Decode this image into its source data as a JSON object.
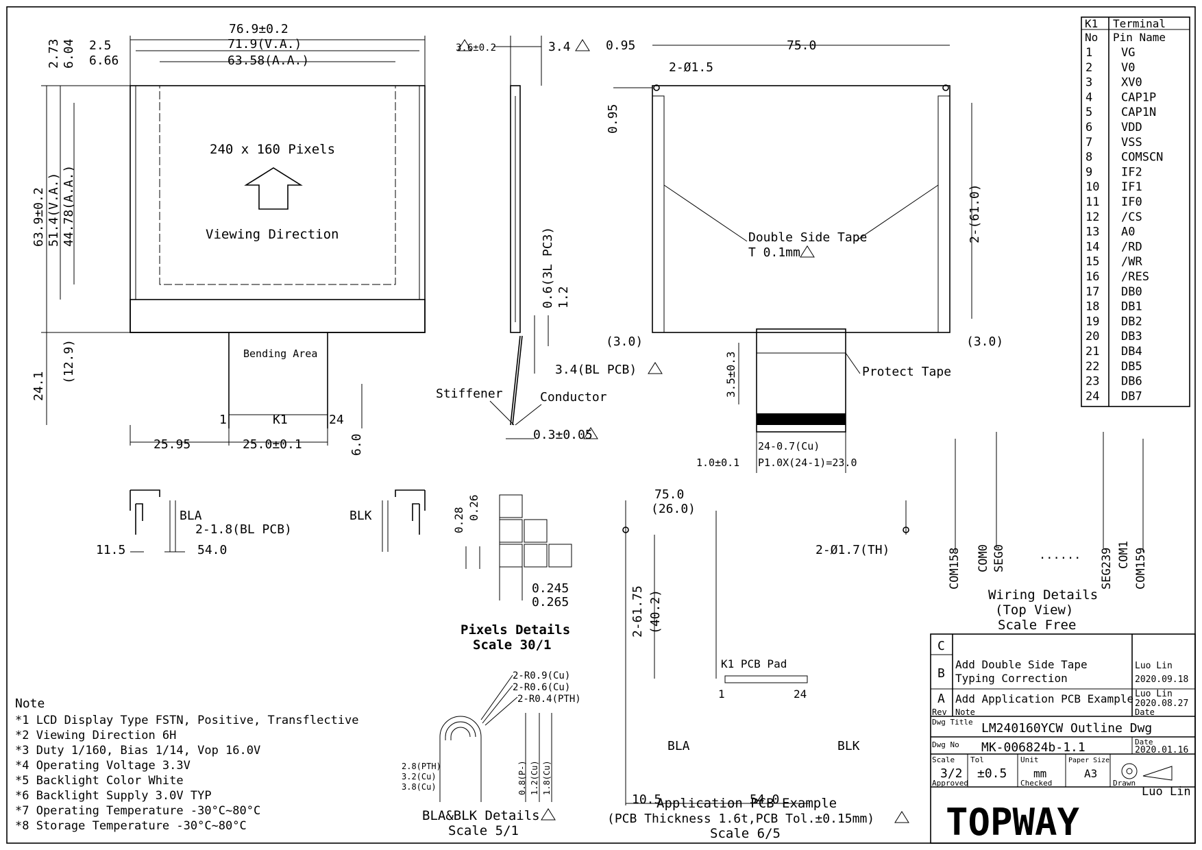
{
  "front": {
    "w_outline": "76.9±0.2",
    "w_va": "71.9(V.A.)",
    "w_aa": "63.58(A.A.)",
    "d_2_5": "2.5",
    "d_6_66": "6.66",
    "d_2_73": "2.73",
    "d_6_04": "6.04",
    "h_outline": "63.9±0.2",
    "h_va": "51.4(V.A.)",
    "h_aa": "44.78(A.A.)",
    "d_24_1": "24.1",
    "d_12_9": "(12.9)",
    "pixels": "240 x 160 Pixels",
    "viewing": "Viewing Direction",
    "bending": "Bending Area",
    "pin1": "1",
    "k1": "K1",
    "pin24": "24",
    "d_6_0": "6.0",
    "d_25_95": "25.95",
    "d_25_0": "25.0±0.1"
  },
  "side": {
    "d_3_6": "3.6±0.2",
    "d_3_4": "3.4",
    "d_0_6": "0.6(3L PC3)",
    "d_1_2": "1.2",
    "d_3_4bl": "3.4(BL PCB)",
    "stiffener": "Stiffener",
    "conductor": "Conductor",
    "d_0_3": "0.3±0.05"
  },
  "back": {
    "d_0_95a": "0.95",
    "d_75": "75.0",
    "d_hole": "2-Ø1.5",
    "d_0_95b": "0.95",
    "d_61": "2-(61.0)",
    "tape": "Double Side Tape",
    "tape_t": "T 0.1mm",
    "d_3a": "(3.0)",
    "d_3b": "(3.0)",
    "protect": "Protect Tape",
    "d_3_5": "3.5±0.3",
    "d_1_0": "1.0±0.1",
    "d_cu": "24-0.7(Cu)",
    "d_pitch": "P1.0X(24-1)=23.0"
  },
  "pins": {
    "header1": "K1",
    "header2": "Terminal",
    "header3": "No",
    "header4": "Pin Name",
    "rows": [
      [
        "1",
        "VG"
      ],
      [
        "2",
        "V0"
      ],
      [
        "3",
        "XV0"
      ],
      [
        "4",
        "CAP1P"
      ],
      [
        "5",
        "CAP1N"
      ],
      [
        "6",
        "VDD"
      ],
      [
        "7",
        "VSS"
      ],
      [
        "8",
        "COMSCN"
      ],
      [
        "9",
        "IF2"
      ],
      [
        "10",
        "IF1"
      ],
      [
        "11",
        "IF0"
      ],
      [
        "12",
        "/CS"
      ],
      [
        "13",
        "A0"
      ],
      [
        "14",
        "/RD"
      ],
      [
        "15",
        "/WR"
      ],
      [
        "16",
        "/RES"
      ],
      [
        "17",
        "DB0"
      ],
      [
        "18",
        "DB1"
      ],
      [
        "19",
        "DB2"
      ],
      [
        "20",
        "DB3"
      ],
      [
        "21",
        "DB4"
      ],
      [
        "22",
        "DB5"
      ],
      [
        "23",
        "DB6"
      ],
      [
        "24",
        "DB7"
      ]
    ]
  },
  "bl": {
    "bla": "BLA",
    "blk": "BLK",
    "d_1_8": "2-1.8(BL PCB)",
    "d_11_5": "11.5",
    "d_54": "54.0"
  },
  "pixdet": {
    "d_028": "0.28",
    "d_026": "0.26",
    "d_0245": "0.245",
    "d_0265": "0.265",
    "title": "Pixels Details",
    "scale": "Scale 30/1"
  },
  "bladet": {
    "r09": "2-R0.9(Cu)",
    "r06": "2-R0.6(Cu)",
    "r04": "2-R0.4(PTH)",
    "d28": "2.8(PTH)",
    "d32": "3.2(Cu)",
    "d38": "3.8(Cu)",
    "d08": "0.8(P-)",
    "d12": "1.2(Cu)",
    "d18": "1.8(Cu)",
    "title": "BLA&BLK Details",
    "scale": "Scale 5/1"
  },
  "app": {
    "d_75": "75.0",
    "d_26": "(26.0)",
    "d_hole": "2-Ø1.7(TH)",
    "d_61_75": "2-61.75",
    "d_40_2": "(40.2)",
    "pad": "K1 PCB Pad",
    "p1": "1",
    "p24": "24",
    "bla": "BLA",
    "blk": "BLK",
    "d_10_5": "10.5",
    "d_54": "54.0",
    "title": "Application PCB Example",
    "sub": "(PCB Thickness 1.6t,PCB Tol.±0.15mm)",
    "scale": "Scale 6/5"
  },
  "wiring": {
    "com158": "COM158",
    "com0": "COM0",
    "seg0": "SEG0",
    "dots": "......",
    "seg239": "SEG239",
    "com1": "COM1",
    "com159": "COM159",
    "title": "Wiring Details",
    "view": "(Top View)",
    "scale": "Scale Free"
  },
  "notes": {
    "title": "Note",
    "items": [
      "*1 LCD Display Type  FSTN, Positive, Transflective",
      "*2  Viewing Direction   6H",
      "*3  Duty   1/160, Bias   1/14, Vop   16.0V",
      "*4  Operating Voltage   3.3V",
      "*5  Backlight Color   White",
      "*6  Backlight Supply   3.0V TYP",
      "*7  Operating Temperature   -30°C~80°C",
      "*8  Storage Temperature   -30°C~80°C"
    ]
  },
  "title_block": {
    "rev_c": "C",
    "rev_b": "B",
    "rev_a": "A",
    "b_note1": "Add Double Side Tape",
    "b_note2": "Typing Correction",
    "a_note": "Add Application PCB Example",
    "b_name": "Luo Lin",
    "b_date": "2020.09.18",
    "a_name": "Luo Lin",
    "a_date": "2020.08.27",
    "rev_label": "Rev",
    "note_label": "Note",
    "date_label": "Date",
    "dwg_title_label": "Dwg Title",
    "dwg_title": "LM240160YCW Outline Dwg",
    "dwg_no_label": "Dwg No",
    "dwg_no": "MK-006824b-1.1",
    "date_label2": "Date",
    "dwg_date": "2020.01.16",
    "scale_label": "Scale",
    "scale": "3/2",
    "tol_label": "Tol",
    "tol": "±0.5",
    "unit_label": "Unit",
    "unit": "mm",
    "paper_label": "Paper Size",
    "paper": "A3",
    "approved_label": "Approved",
    "checked_label": "Checked",
    "drawn_label": "Drawn",
    "drawn": "Luo Lin",
    "brand": "TOPWAY"
  }
}
